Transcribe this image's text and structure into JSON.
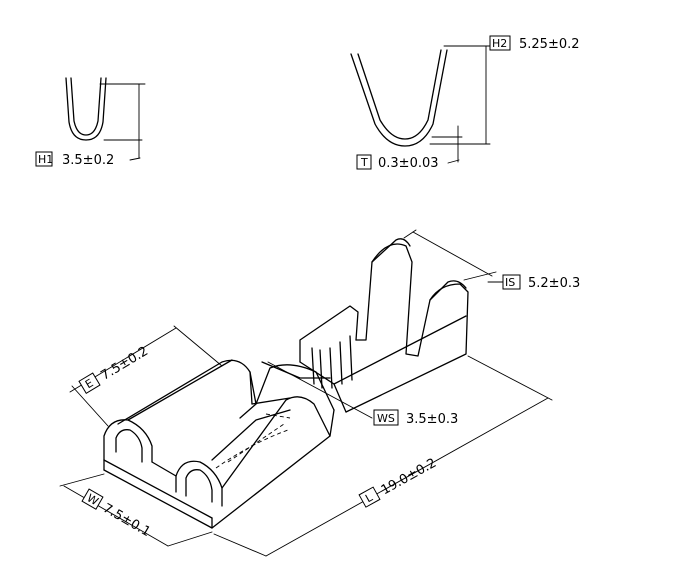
{
  "dimensions": {
    "h1": {
      "code": "H1",
      "value": "3.5±0.2"
    },
    "h2": {
      "code": "H2",
      "value": "5.25±0.2"
    },
    "t": {
      "code": "T",
      "value": "0.3±0.03"
    },
    "is": {
      "code": "IS",
      "value": "5.2±0.3"
    },
    "e": {
      "code": "E",
      "value": "7.5±0.2"
    },
    "ws": {
      "code": "WS",
      "value": "3.5±0.3"
    },
    "w": {
      "code": "W",
      "value": "7.5±0.1"
    },
    "l": {
      "code": "L",
      "value": "19.0±0.2"
    }
  }
}
